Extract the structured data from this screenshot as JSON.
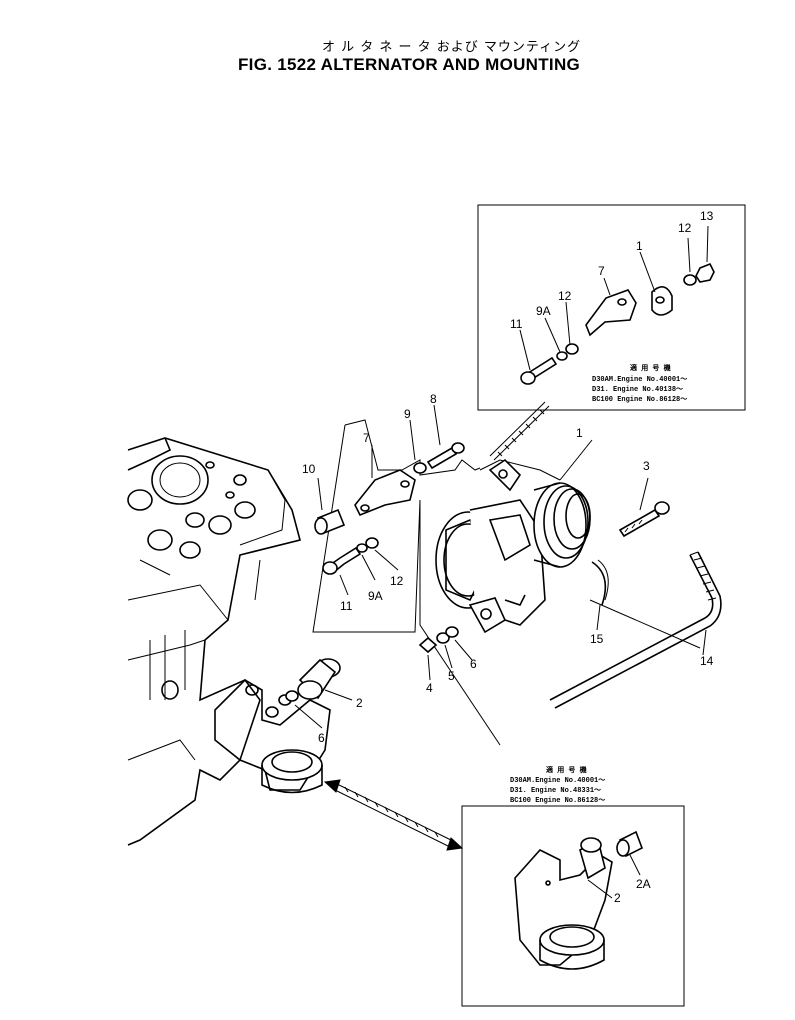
{
  "header": {
    "title_jp": "オ ル タ ネ ー タ および マウンティング",
    "title_en": "FIG. 1522  ALTERNATOR AND MOUNTING"
  },
  "callouts": {
    "c1": "1",
    "c2": "2",
    "c3": "3",
    "c4": "4",
    "c5": "5",
    "c6": "6",
    "c7": "7",
    "c8": "8",
    "c9": "9",
    "c9a": "9A",
    "c10": "10",
    "c11": "11",
    "c12": "12",
    "c14": "14",
    "c15": "15",
    "c6b": "6"
  },
  "inset_top": {
    "callouts": {
      "c1": "1",
      "c7": "7",
      "c9a": "9A",
      "c11": "11",
      "c12a": "12",
      "c12b": "12",
      "c13": "13"
    },
    "applicability": {
      "heading": "適 用 号 機",
      "rows": [
        "D30AM.Engine No.40001～",
        "D31.   Engine No.40138～",
        "BC100  Engine No.86128～"
      ]
    }
  },
  "inset_bottom": {
    "callouts": {
      "c2": "2",
      "c2a": "2A"
    },
    "applicability": {
      "heading": "適 用 号 機",
      "rows": [
        "D30AM.Engine No.40001～",
        "D31.   Engine No.48331～",
        "BC100  Engine No.86128～"
      ]
    }
  }
}
